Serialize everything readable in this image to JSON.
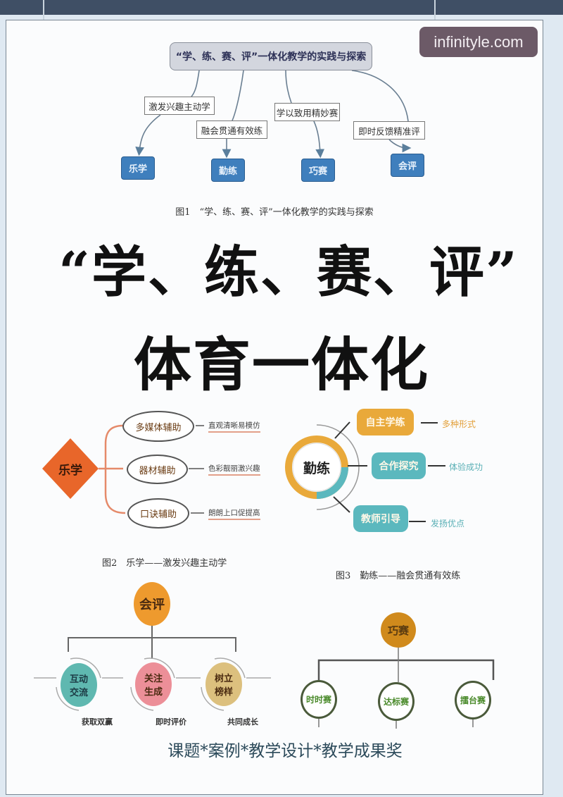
{
  "watermark": "infinityle.com",
  "fig1": {
    "title": "“学、练、赛、评”一体化教学的实践与探索",
    "labels": [
      "激发兴趣主动学",
      "融会贯通有效练",
      "学以致用精妙赛",
      "即时反馈精准评"
    ],
    "nodes": [
      "乐学",
      "勤练",
      "巧赛",
      "会评"
    ],
    "caption": "图1　“学、练、赛、评”一体化教学的实践与探索"
  },
  "headline": {
    "line1": "“学、练、赛、评”",
    "line2": "体育一体化"
  },
  "fig2": {
    "center": "乐学",
    "items": [
      {
        "label": "多媒体辅助",
        "note": "直观清晰易模仿"
      },
      {
        "label": "器材辅助",
        "note": "色彩靓丽激兴趣"
      },
      {
        "label": "口诀辅助",
        "note": "朗朗上口促提高"
      }
    ],
    "caption": "图2　乐学——激发兴趣主动学",
    "colors": {
      "diamond": "#e8662a"
    }
  },
  "fig3": {
    "center": "勤练",
    "items": [
      {
        "label": "自主学练",
        "note": "多种形式",
        "color": "#e9a93a"
      },
      {
        "label": "合作探究",
        "note": "体验成功",
        "color": "#5bb8be"
      },
      {
        "label": "教师引导",
        "note": "发扬优点",
        "color": "#5bb8be"
      }
    ],
    "caption": "图3　勤练——融会贯通有效练"
  },
  "fig4": {
    "center": "会评",
    "items": [
      {
        "label": "互动交流",
        "note": "获取双赢",
        "color": "#5fb8b0"
      },
      {
        "label": "关注生成",
        "note": "即时评价",
        "color": "#ec8f98"
      },
      {
        "label": "树立榜样",
        "note": "共同成长",
        "color": "#dcc07e"
      }
    ]
  },
  "fig5": {
    "center": "巧赛",
    "items": [
      "时时赛",
      "达标赛",
      "擂台赛"
    ]
  },
  "footer": "课题*案例*教学设计*教学成果奖"
}
